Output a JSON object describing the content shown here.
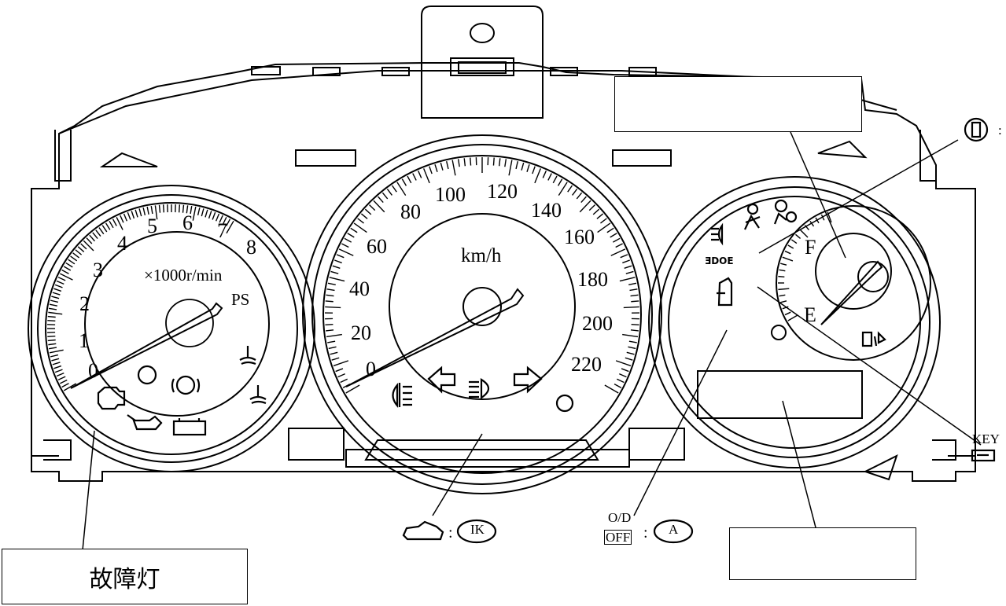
{
  "tachometer": {
    "ticks": [
      "0",
      "1",
      "2",
      "3",
      "4",
      "5",
      "6",
      "7",
      "8"
    ],
    "unit": "×1000r/min",
    "ps": "PS"
  },
  "speedometer": {
    "ticks": [
      "0",
      "20",
      "40",
      "60",
      "80",
      "100",
      "120",
      "140",
      "160",
      "180",
      "200",
      "220"
    ],
    "unit": "km/h"
  },
  "fuel_gauge": {
    "full": "F",
    "empty": "E",
    "display_text": "ƎDOE"
  },
  "callouts": {
    "ik_symbol": "IK",
    "od_line1": "O/D",
    "od_line2": "OFF",
    "a_symbol": "A",
    "colon": ":",
    "key": "KEY"
  },
  "labels": {
    "main_label": "故障灯"
  },
  "icons": [
    "check-engine-icon",
    "oil-pressure-icon",
    "battery-icon",
    "abs-icon",
    "brake-icon",
    "coolant-temp-icon",
    "fog-light-icon",
    "turn-left-icon",
    "turn-right-icon",
    "headlight-icon",
    "seatbelt-icon",
    "airbag-icon",
    "door-icon",
    "fuel-pump-icon",
    "fuel-door-icon",
    "key-icon",
    "car-icon"
  ]
}
